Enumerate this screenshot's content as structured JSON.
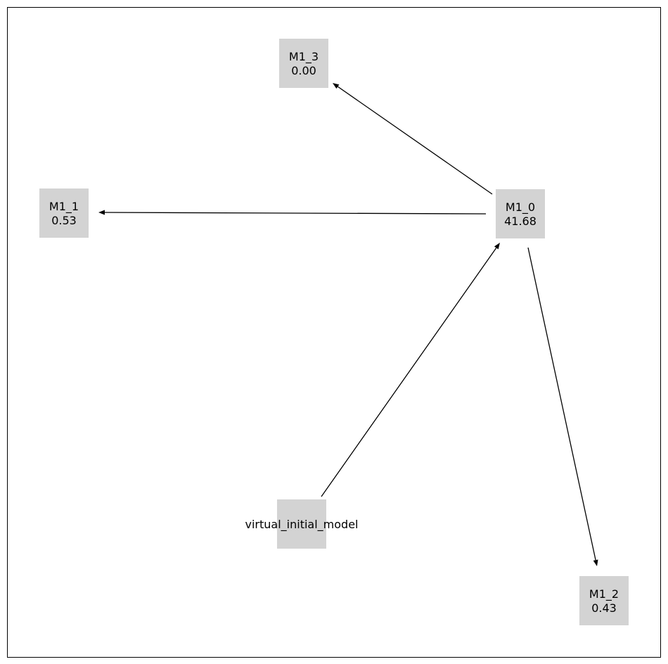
{
  "graph": {
    "colors": {
      "node_fill": "#d3d3d3",
      "edge": "#000000",
      "frame": "#000000",
      "background": "#ffffff"
    },
    "nodes": [
      {
        "id": "M1_3",
        "label": "M1_3",
        "value": "0.00"
      },
      {
        "id": "M1_1",
        "label": "M1_1",
        "value": "0.53"
      },
      {
        "id": "M1_0",
        "label": "M1_0",
        "value": "41.68"
      },
      {
        "id": "virtual_initial_model",
        "label": "virtual_initial_model",
        "value": ""
      },
      {
        "id": "M1_2",
        "label": "M1_2",
        "value": "0.43"
      }
    ],
    "edges": [
      {
        "from": "virtual_initial_model",
        "to": "M1_0"
      },
      {
        "from": "M1_0",
        "to": "M1_3"
      },
      {
        "from": "M1_0",
        "to": "M1_1"
      },
      {
        "from": "M1_0",
        "to": "M1_2"
      }
    ]
  }
}
